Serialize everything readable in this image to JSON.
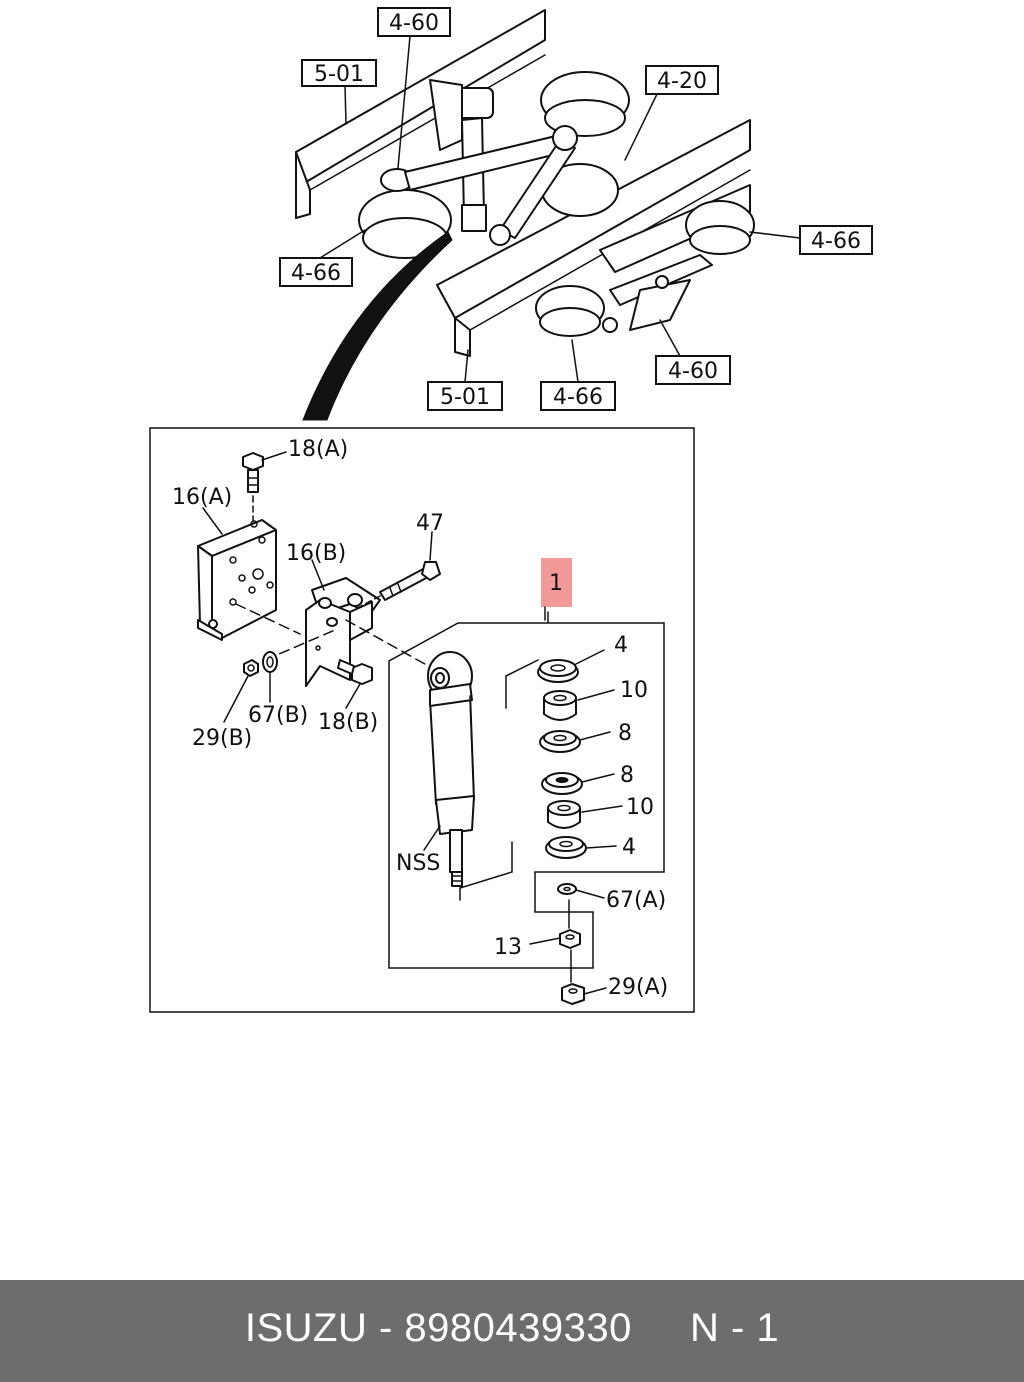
{
  "overview_tags": {
    "t1": "4-60",
    "t2": "5-01",
    "t3": "4-20",
    "t4": "4-66",
    "t5": "4-66",
    "t6": "4-60",
    "t7": "5-01",
    "t8": "4-66"
  },
  "callouts": {
    "c18a": "18(A)",
    "c16a": "16(A)",
    "c47": "47",
    "c16b": "16(B)",
    "c1": "1",
    "c4_top": "4",
    "c10_top": "10",
    "c8_top": "8",
    "c8_bot": "8",
    "c10_bot": "10",
    "c4_bot": "4",
    "c67a": "67(A)",
    "c13": "13",
    "c29a": "29(A)",
    "c29b": "29(B)",
    "c67b": "67(B)",
    "c18b": "18(B)",
    "cnss": "NSS"
  },
  "highlight_color": "#f29a9a",
  "footer": {
    "brand": "ISUZU",
    "separator": "-",
    "part_number": "8980439330",
    "page_ref": "N - 1"
  }
}
